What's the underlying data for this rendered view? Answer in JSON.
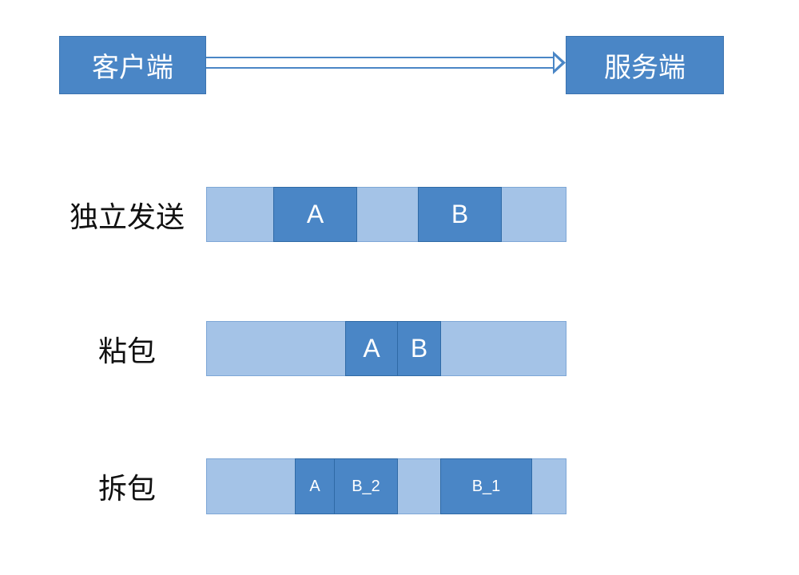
{
  "header": {
    "client_label": "客户端",
    "server_label": "服务端"
  },
  "rows": {
    "independent": {
      "label": "独立发送",
      "packets": [
        "A",
        "B"
      ]
    },
    "sticky": {
      "label": "粘包",
      "packets": [
        "A",
        "B"
      ]
    },
    "split": {
      "label": "拆包",
      "packets": [
        "A",
        "B_2",
        "B_1"
      ]
    }
  },
  "colors": {
    "box_fill": "#4a86c6",
    "bar_fill": "#a4c3e7",
    "text": "#111111"
  }
}
